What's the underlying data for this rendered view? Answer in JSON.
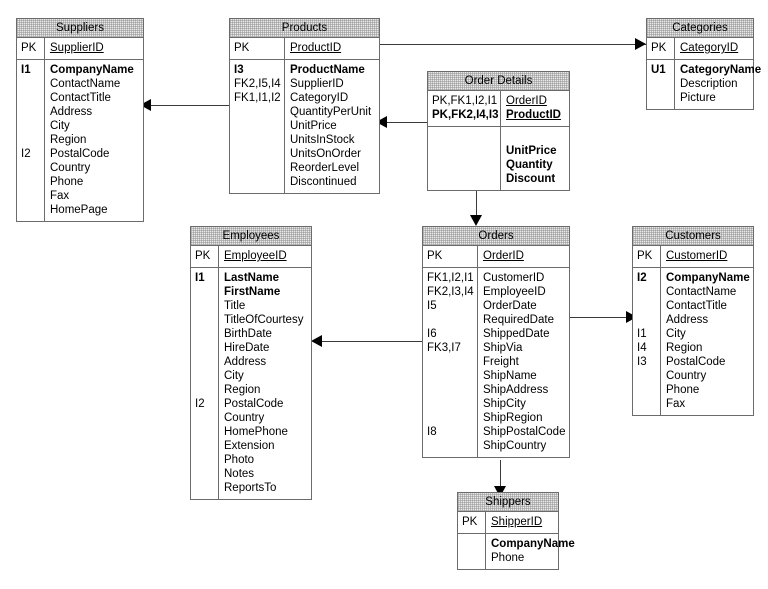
{
  "diagram": {
    "title": "Northwind database entity relationship diagram",
    "background": "#ffffff",
    "line_color": "#3a3a3a",
    "border_color": "#6b6b6b",
    "header_fill": "#e9e9e9"
  },
  "entities": {
    "suppliers": {
      "name": "Suppliers",
      "pk_keys": [
        "PK"
      ],
      "pk_attrs": [
        "SupplierID"
      ],
      "keys": [
        "I1",
        "",
        "",
        "",
        "",
        "",
        "I2",
        "",
        "",
        "",
        ""
      ],
      "attrs": [
        "CompanyName",
        "ContactName",
        "ContactTitle",
        "Address",
        "City",
        "Region",
        "PostalCode",
        "Country",
        "Phone",
        "Fax",
        "HomePage"
      ],
      "bold_attrs": [
        "CompanyName"
      ]
    },
    "products": {
      "name": "Products",
      "pk_keys": [
        "PK"
      ],
      "pk_attrs": [
        "ProductID"
      ],
      "keys": [
        "I3",
        "FK2,I5,I4",
        "FK1,I1,I2",
        "",
        "",
        "",
        "",
        "",
        ""
      ],
      "attrs": [
        "ProductName",
        "SupplierID",
        "CategoryID",
        "QuantityPerUnit",
        "UnitPrice",
        "UnitsInStock",
        "UnitsOnOrder",
        "ReorderLevel",
        "Discontinued"
      ],
      "bold_attrs": [
        "ProductName"
      ],
      "bold_keys": [
        "I3"
      ]
    },
    "categories": {
      "name": "Categories",
      "pk_keys": [
        "PK"
      ],
      "pk_attrs": [
        "CategoryID"
      ],
      "keys": [
        "U1",
        "",
        ""
      ],
      "attrs": [
        "CategoryName",
        "Description",
        "Picture"
      ],
      "bold_attrs": [
        "CategoryName"
      ]
    },
    "order_details": {
      "name": "Order Details",
      "pk_keys": [
        "PK,FK1,I2,I1",
        "PK,FK2,I4,I3"
      ],
      "pk_attrs": [
        "OrderID",
        "ProductID"
      ],
      "pk_bold_rows": [
        1
      ],
      "keys": [
        "",
        "",
        ""
      ],
      "attrs": [
        "UnitPrice",
        "Quantity",
        "Discount"
      ],
      "bold_attrs": [
        "UnitPrice",
        "Quantity",
        "Discount"
      ]
    },
    "employees": {
      "name": "Employees",
      "pk_keys": [
        "PK"
      ],
      "pk_attrs": [
        "EmployeeID"
      ],
      "keys": [
        "I1",
        "",
        "",
        "",
        "",
        "",
        "",
        "",
        "",
        "I2",
        "",
        "",
        "",
        "",
        "",
        ""
      ],
      "attrs": [
        "LastName",
        "FirstName",
        "Title",
        "TitleOfCourtesy",
        "BirthDate",
        "HireDate",
        "Address",
        "City",
        "Region",
        "PostalCode",
        "Country",
        "HomePhone",
        "Extension",
        "Photo",
        "Notes",
        "ReportsTo"
      ],
      "bold_attrs": [
        "LastName",
        "FirstName"
      ]
    },
    "orders": {
      "name": "Orders",
      "pk_keys": [
        "PK"
      ],
      "pk_attrs": [
        "OrderID"
      ],
      "keys": [
        "FK1,I2,I1",
        "FK2,I3,I4",
        "I5",
        "",
        "I6",
        "FK3,I7",
        "",
        "",
        "",
        "",
        "",
        "I8",
        ""
      ],
      "attrs": [
        "CustomerID",
        "EmployeeID",
        "OrderDate",
        "RequiredDate",
        "ShippedDate",
        "ShipVia",
        "Freight",
        "ShipName",
        "ShipAddress",
        "ShipCity",
        "ShipRegion",
        "ShipPostalCode",
        "ShipCountry"
      ],
      "bold_attrs": []
    },
    "customers": {
      "name": "Customers",
      "pk_keys": [
        "PK"
      ],
      "pk_attrs": [
        "CustomerID"
      ],
      "keys": [
        "I2",
        "",
        "",
        "",
        "I1",
        "I4",
        "I3",
        "",
        "",
        ""
      ],
      "attrs": [
        "CompanyName",
        "ContactName",
        "ContactTitle",
        "Address",
        "City",
        "Region",
        "PostalCode",
        "Country",
        "Phone",
        "Fax"
      ],
      "bold_attrs": [
        "CompanyName"
      ]
    },
    "shippers": {
      "name": "Shippers",
      "pk_keys": [
        "PK"
      ],
      "pk_attrs": [
        "ShipperID"
      ],
      "keys": [
        "",
        ""
      ],
      "attrs": [
        "CompanyName",
        "Phone"
      ],
      "bold_attrs": [
        "CompanyName"
      ]
    }
  },
  "relationships": [
    {
      "from": "products",
      "to": "categories",
      "direction": "right"
    },
    {
      "from": "products",
      "to": "suppliers",
      "direction": "left"
    },
    {
      "from": "order_details",
      "to": "products",
      "direction": "left"
    },
    {
      "from": "order_details",
      "to": "orders",
      "direction": "down"
    },
    {
      "from": "orders",
      "to": "employees",
      "direction": "left"
    },
    {
      "from": "orders",
      "to": "customers",
      "direction": "right"
    },
    {
      "from": "orders",
      "to": "shippers",
      "direction": "down"
    }
  ]
}
